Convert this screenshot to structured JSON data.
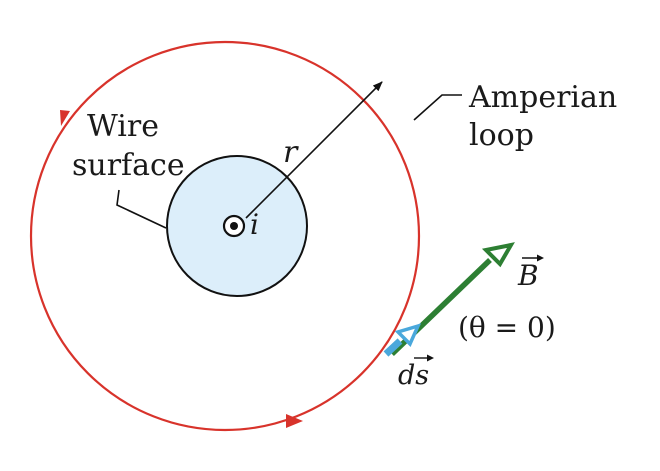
{
  "labels": {
    "wire_line1": "Wire",
    "wire_line2": "surface",
    "amperian_line1": "Amperian",
    "amperian_line2": "loop",
    "radius": "r",
    "current": "i",
    "field": "B",
    "element": "ds",
    "angle": "(θ = 0)"
  },
  "colors": {
    "loop": "#d8332b",
    "wire_fill": "#dceefa",
    "field_vector": "#2d7f33",
    "element_vector": "#4aa8dc",
    "ink": "#111111"
  },
  "icons": {
    "current_symbol": "current-out-of-page-icon"
  }
}
